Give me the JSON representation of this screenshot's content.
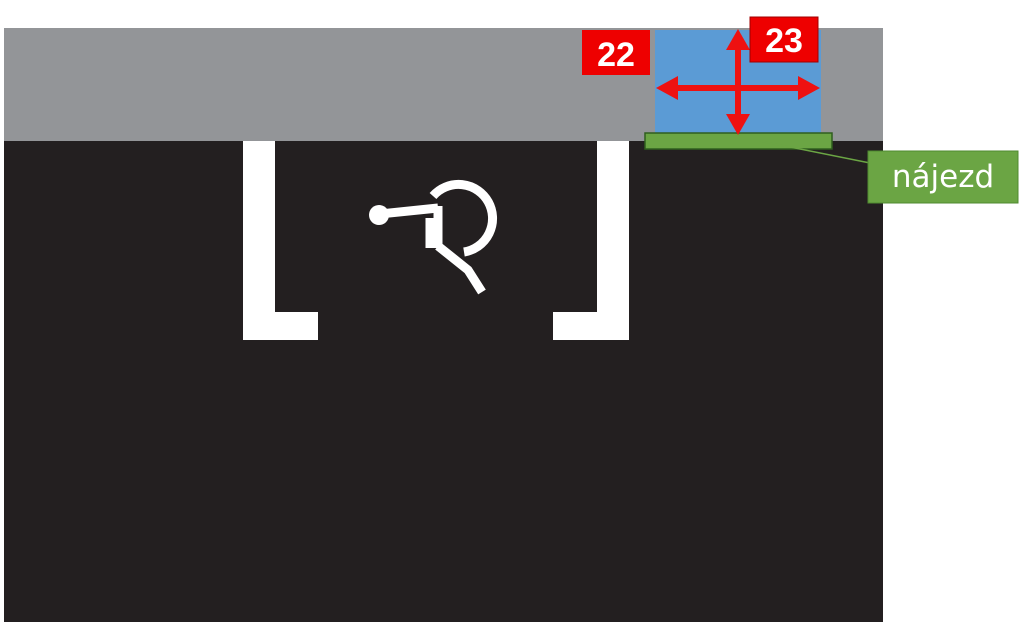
{
  "colors": {
    "sidewalk": "#939598",
    "parking_surface": "#231f20",
    "marking": "#ffffff",
    "ramp": "#6ba544",
    "ramp_label_bg": "#6ba544",
    "kiosk_zone": "#5b9bd5",
    "badge": "#ee0000",
    "arrow": "#ee1111"
  },
  "icons": {
    "wheelchair": "wheelchair-symbol-icon",
    "movement_arrows": "four-way-arrow-icon"
  },
  "markers": {
    "left": "22",
    "right": "23"
  },
  "ramp_label": "nájezd"
}
